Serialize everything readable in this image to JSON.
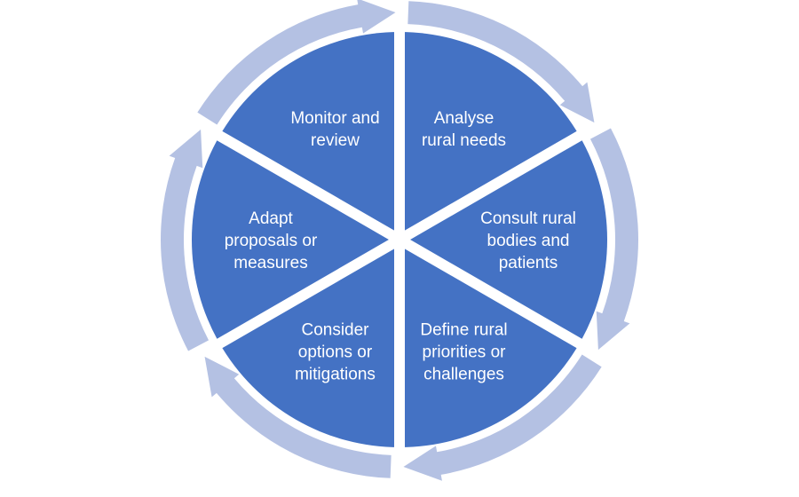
{
  "diagram": {
    "type": "cycle",
    "colors": {
      "segment_fill": "#4472c4",
      "arrow_fill": "#b4c1e3",
      "background": "#ffffff",
      "label_text": "#ffffff"
    },
    "segments": [
      {
        "id": "analyse",
        "lines": [
          "Analyse",
          "rural needs"
        ]
      },
      {
        "id": "consult",
        "lines": [
          "Consult rural",
          "bodies and",
          "patients"
        ]
      },
      {
        "id": "define",
        "lines": [
          "Define rural",
          "priorities or",
          "challenges"
        ]
      },
      {
        "id": "consider",
        "lines": [
          "Consider",
          "options or",
          "mitigations"
        ]
      },
      {
        "id": "adapt",
        "lines": [
          "Adapt",
          "proposals or",
          "measures"
        ]
      },
      {
        "id": "monitor",
        "lines": [
          "Monitor and",
          "review"
        ]
      }
    ]
  }
}
